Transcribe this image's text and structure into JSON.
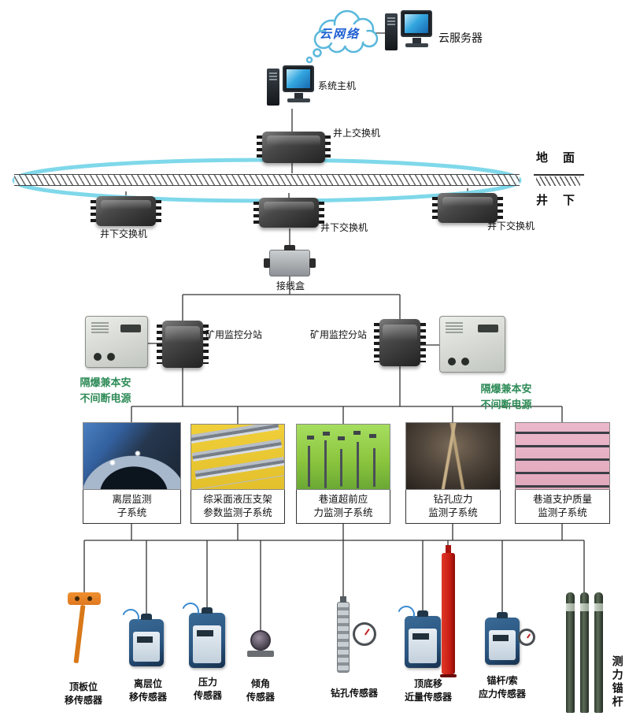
{
  "colors": {
    "ring": "#7fd8ea",
    "cloud-stroke": "#5ab8dc",
    "cloud-text": "#1d5ed2",
    "ups-text": "#2e8b57",
    "line": "#333333",
    "yellow": "#f0cf3a",
    "green": "#8cc63e",
    "pink": "#e2a8bc",
    "red": "#c81e14",
    "orange": "#e07820",
    "inst-blue": "#2a5580"
  },
  "top": {
    "cloud": "云网络",
    "cloud_server": "云服务器",
    "host": "系统主机",
    "surface_switch": "井上交换机",
    "ground": "地　面",
    "underground": "井　下"
  },
  "network": {
    "ug_switch_1": "井下交换机",
    "ug_switch_2": "井下交换机",
    "ug_switch_3": "井下交换机",
    "junction_box": "接线盒",
    "substation_left": "矿用监控分站",
    "substation_right": "矿用监控分站",
    "ups_left": {
      "line1": "隔爆兼本安",
      "line2": "不间断电源"
    },
    "ups_right": {
      "line1": "隔爆兼本安",
      "line2": "不间断电源"
    }
  },
  "subsystems": [
    {
      "line1": "离层监测",
      "line2": "子系统"
    },
    {
      "line1": "综采面液压支架",
      "line2": "参数监测子系统"
    },
    {
      "line1": "巷道超前应",
      "line2": "力监测子系统"
    },
    {
      "line1": "钻孔应力",
      "line2": "监测子系统"
    },
    {
      "line1": "巷道支护质量",
      "line2": "监测子系统"
    }
  ],
  "sensors": [
    {
      "line1": "顶板位",
      "line2": "移传感器"
    },
    {
      "line1": "离层位",
      "line2": "移传感器"
    },
    {
      "line1": "压力",
      "line2": "传感器"
    },
    {
      "line1": "倾角",
      "line2": "传感器"
    },
    {
      "line1": "钻孔传感器"
    },
    {
      "line1": "顶底移",
      "line2": "近量传感器"
    },
    {
      "line1": "锚杆/索",
      "line2": "应力传感器"
    },
    {
      "line1": "测力锚杆"
    }
  ]
}
